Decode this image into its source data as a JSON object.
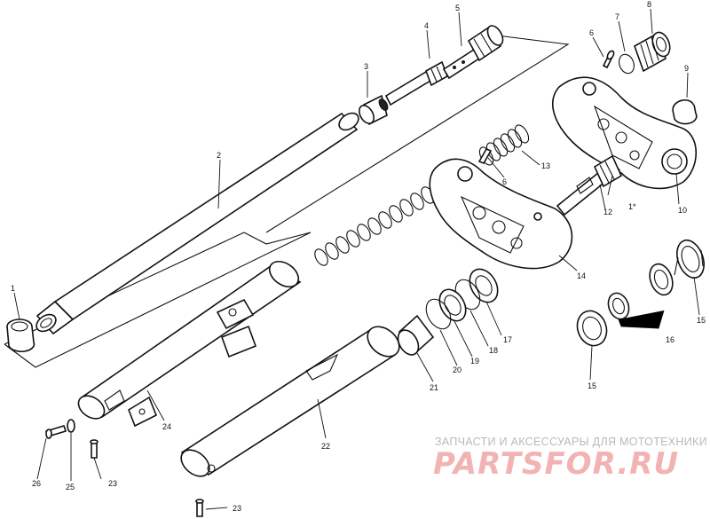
{
  "diagram": {
    "labels": {
      "l1": "1",
      "l1b": "1*",
      "l2": "2",
      "l3": "3",
      "l4": "4",
      "l5": "5",
      "l6a": "6",
      "l6b": "6",
      "l7": "7",
      "l8": "8",
      "l9": "9",
      "l10": "10",
      "l12": "12",
      "l13": "13",
      "l14": "14",
      "l15a": "15",
      "l15b": "15",
      "l16": "16",
      "l17": "17",
      "l18": "18",
      "l19": "19",
      "l20": "20",
      "l21": "21",
      "l22": "22",
      "l23a": "23",
      "l23b": "23",
      "l24": "24",
      "l25": "25",
      "l26": "26"
    }
  },
  "watermark": {
    "top_text": "ЗАПЧАСТИ И АКСЕССУАРЫ ДЛЯ МОТОТЕХНИКИ",
    "brand": "PARTSFOR.RU",
    "color": "#f2b3b3"
  }
}
